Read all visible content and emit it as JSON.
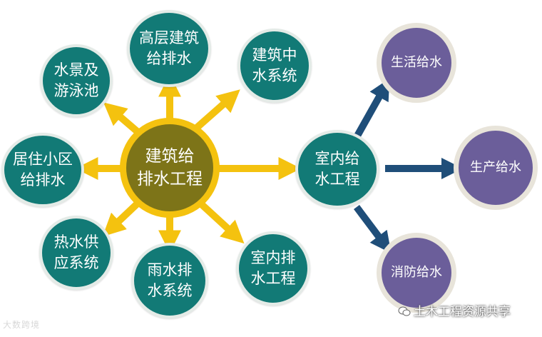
{
  "center": {
    "label": "建筑给\n排水工程",
    "color": "#7d7418",
    "ring": "#f4c20f"
  },
  "satellites": [
    {
      "id": "high-rise",
      "label": "高层建筑\n给排水"
    },
    {
      "id": "reclaimed-water",
      "label": "建筑中\n水系统"
    },
    {
      "id": "waterscape-pool",
      "label": "水景及\n游泳池"
    },
    {
      "id": "residential",
      "label": "居住小区\n给排水"
    },
    {
      "id": "hot-water",
      "label": "热水供\n应系统"
    },
    {
      "id": "rainwater",
      "label": "雨水排\n水系统"
    },
    {
      "id": "indoor-drainage",
      "label": "室内排\n水工程"
    }
  ],
  "indoor_supply": {
    "label": "室内给\n水工程"
  },
  "supply_types": [
    {
      "id": "domestic",
      "label": "生活给水"
    },
    {
      "id": "production",
      "label": "生产给水"
    },
    {
      "id": "fire",
      "label": "消防给水"
    }
  ],
  "colors": {
    "teal": "#127a76",
    "gold_arrow": "#f4c20f",
    "navy_arrow": "#1f4e79",
    "purple": "#6b5e9a"
  },
  "watermark_left": "大数跨境",
  "watermark_right": "土木工程资源共享"
}
